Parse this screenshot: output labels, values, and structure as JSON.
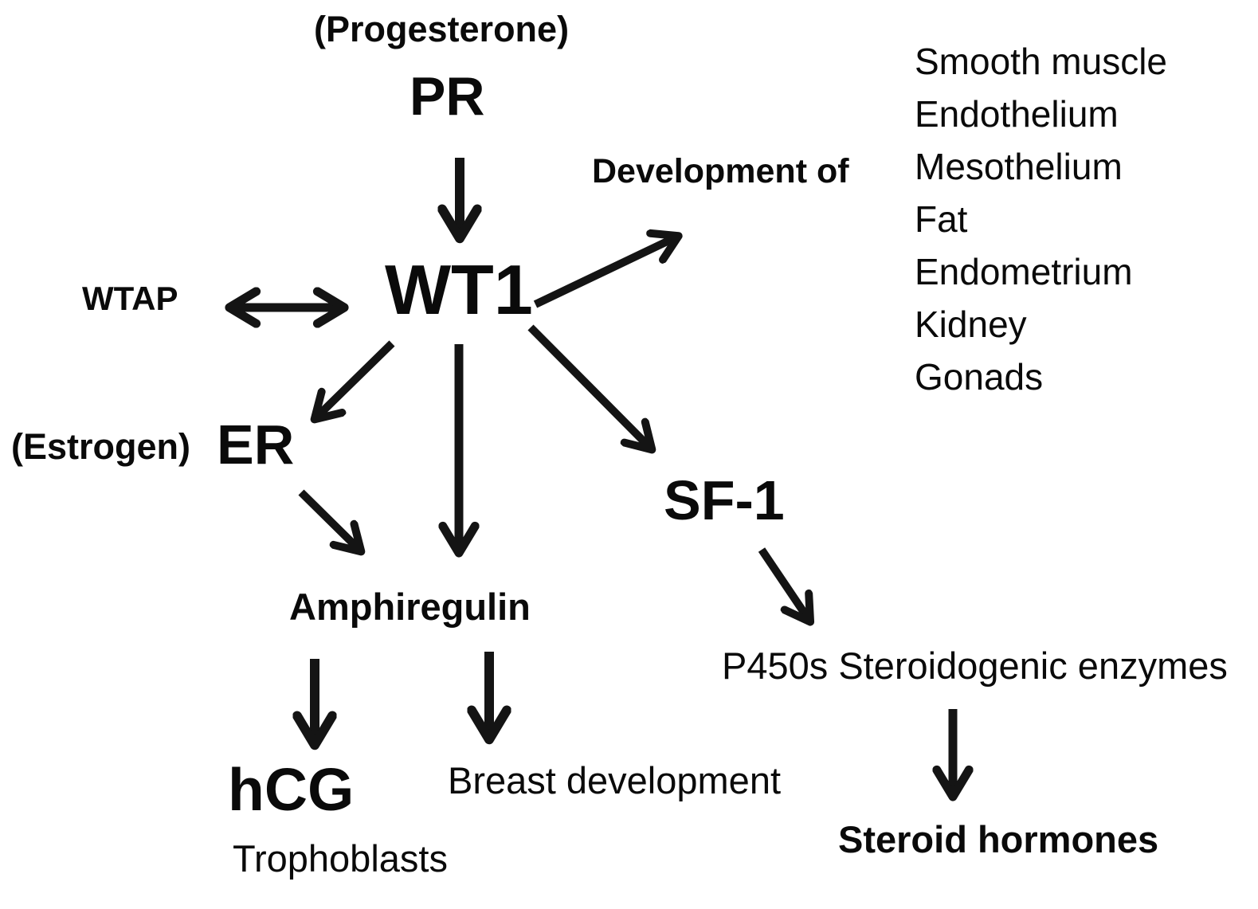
{
  "diagram": {
    "title_hint": "WT1 signaling pathway",
    "nodes": {
      "progesterone_label": "(Progesterone)",
      "pr": "PR",
      "wtap": "WTAP",
      "wt1": "WT1",
      "development_of": "Development of",
      "estrogen_label": "(Estrogen)",
      "er": "ER",
      "sf1": "SF-1",
      "amphiregulin": "Amphiregulin",
      "hcg": "hCG",
      "trophoblasts": "Trophoblasts",
      "breast_development": "Breast development",
      "p450s": "P450s Steroidogenic enzymes",
      "steroid_hormones": "Steroid hormones"
    },
    "tissues": [
      "Smooth muscle",
      "Endothelium",
      "Mesothelium",
      "Fat",
      "Endometrium",
      "Kidney",
      "Gonads"
    ],
    "edges": [
      "PR -> WT1",
      "WTAP <-> WT1",
      "WT1 -> Development of (tissues)",
      "WT1 -> ER",
      "WT1 -> Amphiregulin",
      "WT1 -> SF-1",
      "ER -> Amphiregulin",
      "Amphiregulin -> hCG",
      "Amphiregulin -> Breast development",
      "SF-1 -> P450s Steroidogenic enzymes",
      "P450s Steroidogenic enzymes -> Steroid hormones"
    ]
  },
  "colors": {
    "background": "#ffffff",
    "text": "#0a0a0a",
    "arrow": "#141414"
  }
}
